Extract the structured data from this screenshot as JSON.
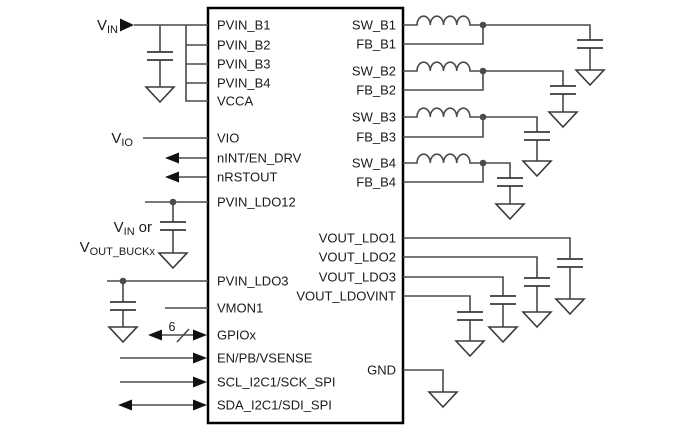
{
  "ic": {
    "left_pins": [
      "PVIN_B1",
      "PVIN_B2",
      "PVIN_B3",
      "PVIN_B4",
      "VCCA",
      "VIO",
      "nINT/EN_DRV",
      "nRSTOUT",
      "PVIN_LDO12",
      "PVIN_LDO3",
      "VMON1",
      "GPIOx",
      "EN/PB/VSENSE",
      "SCL_I2C1/SCK_SPI",
      "SDA_I2C1/SDI_SPI"
    ],
    "right_pins": [
      "SW_B1",
      "FB_B1",
      "SW_B2",
      "FB_B2",
      "SW_B3",
      "FB_B3",
      "SW_B4",
      "FB_B4",
      "VOUT_LDO1",
      "VOUT_LDO2",
      "VOUT_LDO3",
      "VOUT_LDOVINT",
      "GND"
    ]
  },
  "labels": {
    "vin_main": "V",
    "vin_sub": "IN",
    "vio_main": "V",
    "vio_sub": "IO",
    "vin_or_main": "V",
    "vin_or_sub": "IN",
    "vin_or_suffix": "or",
    "vout_buckx_main": "V",
    "vout_buckx_sub": "OUT_BUCKx",
    "gpio_bus_width": "6"
  },
  "colors": {
    "wire": "#4a4a4a",
    "component": "#3a3a3a",
    "ic_border": "#000000",
    "arrow": "#111111",
    "text": "#1a1a1a",
    "background": "#ffffff"
  }
}
